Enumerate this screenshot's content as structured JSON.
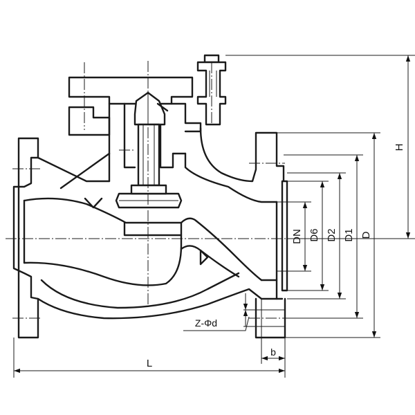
{
  "labels": {
    "H": "H",
    "L": "L",
    "b": "b",
    "zphid": "Z-Φd",
    "DN": "DN",
    "D6": "D6",
    "D2": "D2",
    "D1": "D1",
    "D": "D"
  }
}
